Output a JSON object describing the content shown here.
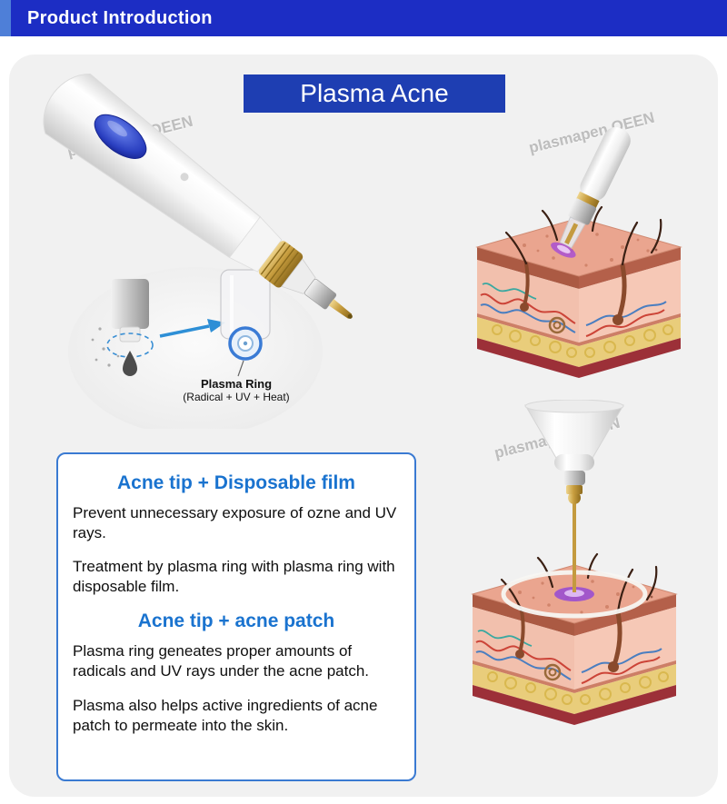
{
  "header": {
    "title": "Product Introduction"
  },
  "banner": {
    "title": "Plasma Acne"
  },
  "watermarks": [
    "plasmapen QEEN",
    "plasmapen QEEN",
    "plasmapen QEEN"
  ],
  "inset": {
    "label_title": "Plasma Ring",
    "label_detail": "(Radical + UV + Heat)"
  },
  "info_panel": {
    "sections": [
      {
        "heading": "Acne tip + Disposable film",
        "paragraphs": [
          "Prevent unnecessary exposure of ozne and UV rays.",
          "Treatment by plasma ring with plasma ring with disposable film."
        ]
      },
      {
        "heading": "Acne tip + acne patch",
        "paragraphs": [
          "Plasma ring geneates proper amounts of radicals and UV rays under the acne patch.",
          "Plasma also helps active ingredients of acne patch to permeate into the skin."
        ]
      }
    ]
  },
  "colors": {
    "header_blue": "#1c2dc4",
    "banner_blue": "#1e3eb2",
    "heading_blue": "#1a73cf",
    "panel_border_blue": "#3a7ad2",
    "plasma_purple": "#a94fd2"
  }
}
